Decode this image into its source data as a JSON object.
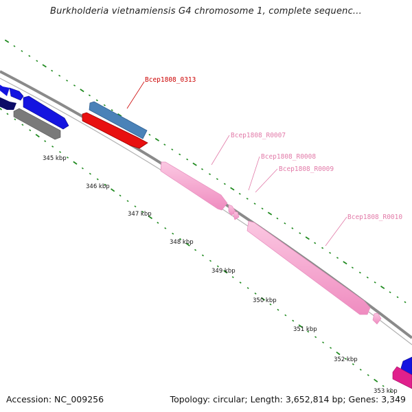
{
  "title": "Burkholderia vietnamiensis G4 chromosome 1, complete sequenc...",
  "footer": {
    "accession": "Accession: NC_009256",
    "summary": "Topology: circular; Length: 3,652,814 bp; Genes: 3,349"
  },
  "colors": {
    "backbone": "#8a8a8a",
    "tick": "#1f8a1f",
    "highlight_label": "#cc0000",
    "rna_label": "#e27aa8",
    "rna_gene": "#f7a6cf",
    "cds_blue": "#1414e0",
    "cds_navy": "#0c0c66",
    "cds_gray": "#7a7a7a",
    "cds_steel": "#4a82b8",
    "cds_red": "#e81010",
    "cds_magenta": "#e0208c"
  },
  "ruler_labels": [
    "345 kbp",
    "346 kbp",
    "347 kbp",
    "348 kbp",
    "349 kbp",
    "350 kbp",
    "351 kbp",
    "352 kbp",
    "353 kbp"
  ],
  "gene_labels": {
    "g0313": "Bcep1808_0313",
    "r0007": "Bcep1808_R0007",
    "r0008": "Bcep1808_R0008",
    "r0009": "Bcep1808_R0009",
    "r0010": "Bcep1808_R0010"
  }
}
